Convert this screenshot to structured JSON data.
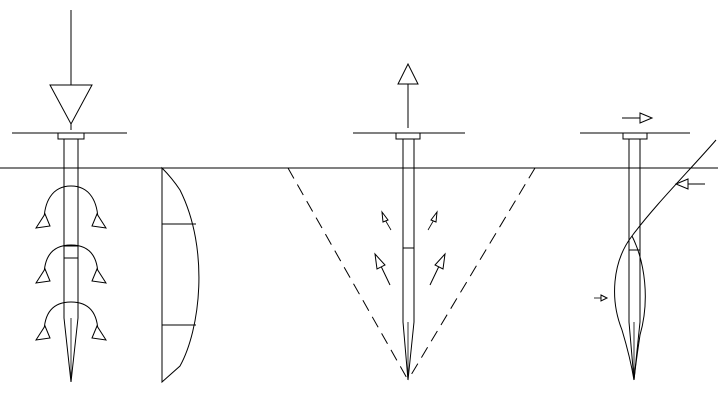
{
  "figure": {
    "panels": [
      {
        "id": "compression",
        "load_arrow": "down-arrow-icon",
        "description_shown": false
      },
      {
        "id": "uplift",
        "load_arrow": "up-arrow-icon",
        "description_shown": false
      },
      {
        "id": "lateral",
        "load_arrow": "right-arrow-icon",
        "description_shown": false
      }
    ],
    "colors": {
      "line": "#000000",
      "background": "#ffffff"
    }
  }
}
